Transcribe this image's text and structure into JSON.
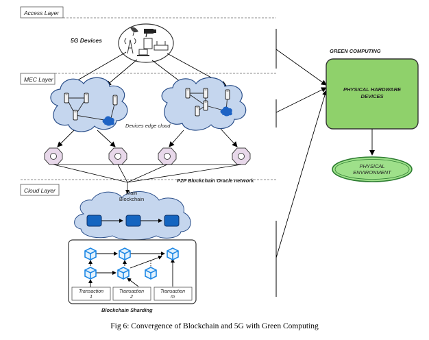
{
  "layers": {
    "access": "Access Layer",
    "mec": "MEC Layer",
    "cloud": "Cloud Layer"
  },
  "labels": {
    "devices_5g": "5G Devices",
    "edge_cloud": "Devices edge cloud",
    "p2p": "P2P Blockchain Oracle network",
    "main_blockchain_1": "Main",
    "main_blockchain_2": "Blockchain",
    "sharding": "Blockchain Sharding",
    "green_computing": "GREEN COMPUTING",
    "hardware_1": "PHYSICAL HARDWARE",
    "hardware_2": "DEVICES",
    "env_1": "PHYSICAL",
    "env_2": "ENVIRONMENT"
  },
  "transactions": [
    {
      "name": "Transaction",
      "id": "1"
    },
    {
      "name": "Transaction",
      "id": "2"
    },
    {
      "name": "Transaction",
      "id": "m"
    }
  ],
  "caption": "Fig 6: Convergence of Blockchain and 5G with Green Computing",
  "colors": {
    "cloud_fill": "#c5d6ee",
    "cloud_stroke": "#2b4f8a",
    "node_fill": "#e8d8ea",
    "block_fill": "#1565c0",
    "hardware_fill": "#8fd16b",
    "env_fill": "#9ee08a",
    "shard_cube": "#1e88e5"
  }
}
